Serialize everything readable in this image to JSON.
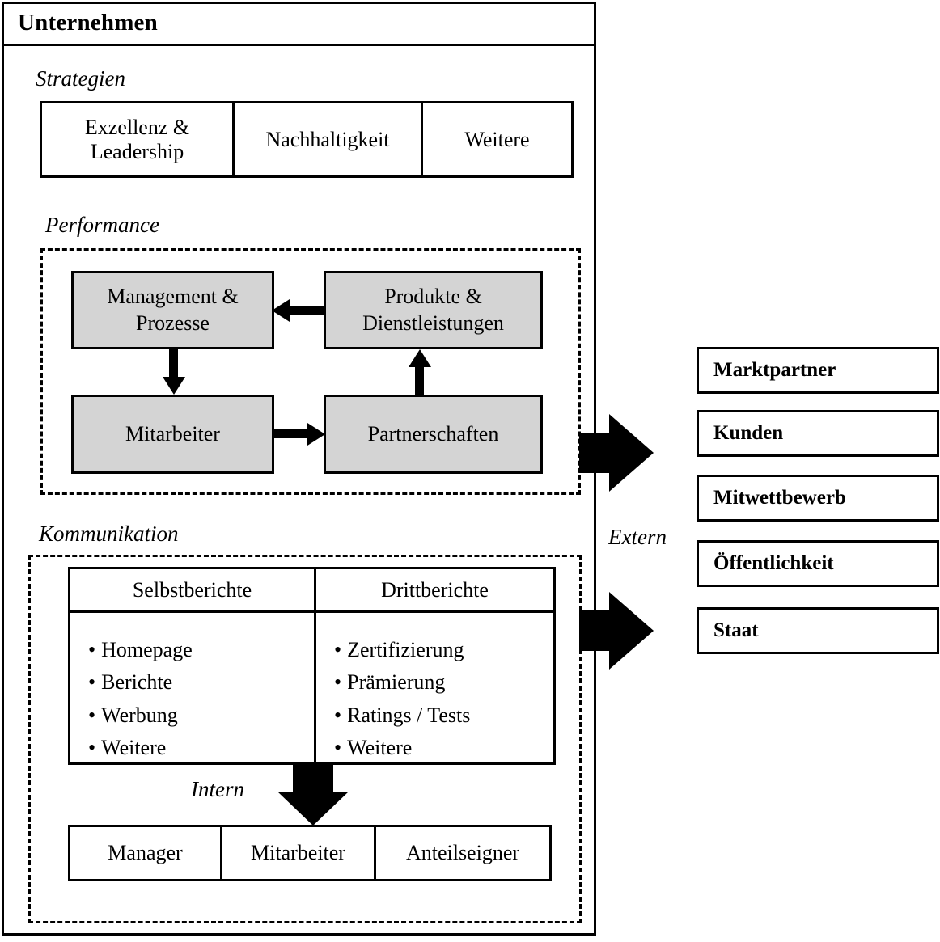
{
  "frame": {
    "title": "Unternehmen"
  },
  "sections": {
    "strategien": {
      "caption": "Strategien",
      "items": [
        "Exzellenz & Leadership",
        "Nachhaltigkeit",
        "Weitere"
      ]
    },
    "performance": {
      "caption": "Performance",
      "nodes": {
        "management": "Management  &\nProzesse",
        "produkte": "Produkte &\nDienstleistungen",
        "mitarbeiter": "Mitarbeiter",
        "partnerschaften": "Partnerschaften"
      }
    },
    "kommunikation": {
      "caption": "Kommunikation",
      "columns": [
        {
          "header": "Selbstberichte",
          "items": [
            "Homepage",
            "Berichte",
            "Werbung",
            "Weitere"
          ]
        },
        {
          "header": "Drittberichte",
          "items": [
            "Zertifizierung",
            "Prämierung",
            "Ratings  / Tests",
            "Weitere"
          ]
        }
      ],
      "intern_label": "Intern",
      "audience": [
        "Manager",
        "Mitarbeiter",
        "Anteilseigner"
      ]
    }
  },
  "extern": {
    "label": "Extern",
    "stakeholders": [
      "Marktpartner",
      "Kunden",
      "Mitwettbewerb",
      "Öffentlichkeit",
      "Staat"
    ]
  },
  "colors": {
    "node_fill": "#d4d4d4",
    "line": "#000000",
    "background": "#ffffff"
  },
  "chart_data": {
    "type": "diagram",
    "title": "Unternehmen",
    "nodes": [
      "Exzellenz & Leadership",
      "Nachhaltigkeit",
      "Weitere",
      "Management & Prozesse",
      "Produkte & Dienstleistungen",
      "Mitarbeiter",
      "Partnerschaften",
      "Selbstberichte",
      "Drittberichte",
      "Manager",
      "Mitarbeiter",
      "Anteilseigner",
      "Marktpartner",
      "Kunden",
      "Mitwettbewerb",
      "Öffentlichkeit",
      "Staat"
    ],
    "edges": [
      {
        "from": "Management & Prozesse",
        "to": "Mitarbeiter",
        "dir": "down"
      },
      {
        "from": "Mitarbeiter",
        "to": "Partnerschaften",
        "dir": "right"
      },
      {
        "from": "Partnerschaften",
        "to": "Produkte & Dienstleistungen",
        "dir": "up"
      },
      {
        "from": "Produkte & Dienstleistungen",
        "to": "Management & Prozesse",
        "dir": "left"
      },
      {
        "from": "Performance",
        "to": "Extern",
        "dir": "right"
      },
      {
        "from": "Kommunikation",
        "to": "Extern",
        "dir": "right"
      },
      {
        "from": "Berichte",
        "to": "Intern",
        "dir": "down"
      }
    ]
  }
}
